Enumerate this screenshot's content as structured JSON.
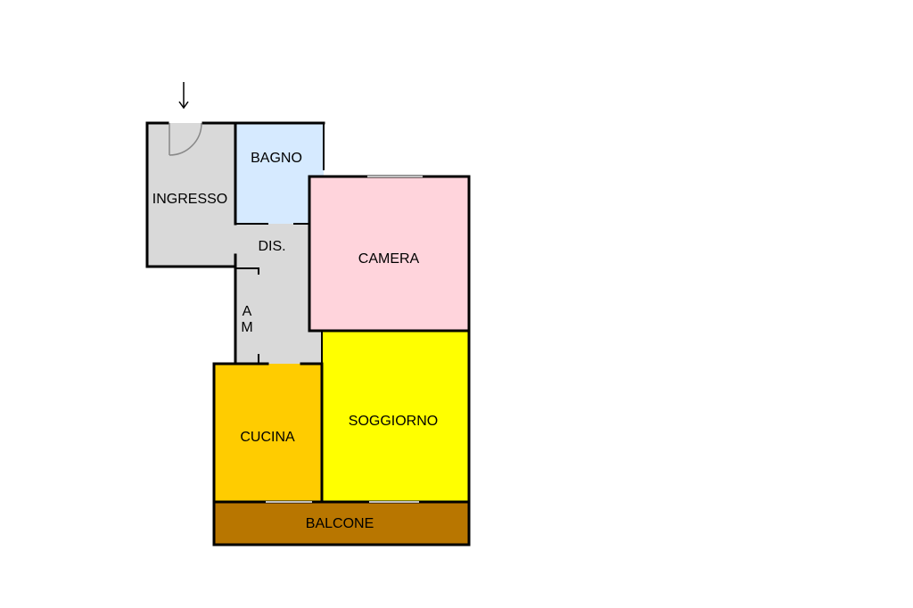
{
  "plan": {
    "colors": {
      "ingresso": "#d9d9d9",
      "bagno": "#d6eaff",
      "dis": "#d9d9d9",
      "camera": "#ffd4dc",
      "cucina": "#ffcc00",
      "soggiorno": "#ffff00",
      "balcone": "#b87600",
      "wall": "#000000"
    },
    "rooms": {
      "ingresso": "INGRESSO",
      "bagno": "BAGNO",
      "dis": "DIS.",
      "camera": "CAMERA",
      "cucina": "CUCINA",
      "soggiorno": "SOGGIORNO",
      "balcone": "BALCONE"
    },
    "closet": {
      "line1": "A",
      "line2": "M"
    },
    "icons": {
      "entrance": "arrow-down-icon",
      "door": "door-swing-icon"
    }
  }
}
